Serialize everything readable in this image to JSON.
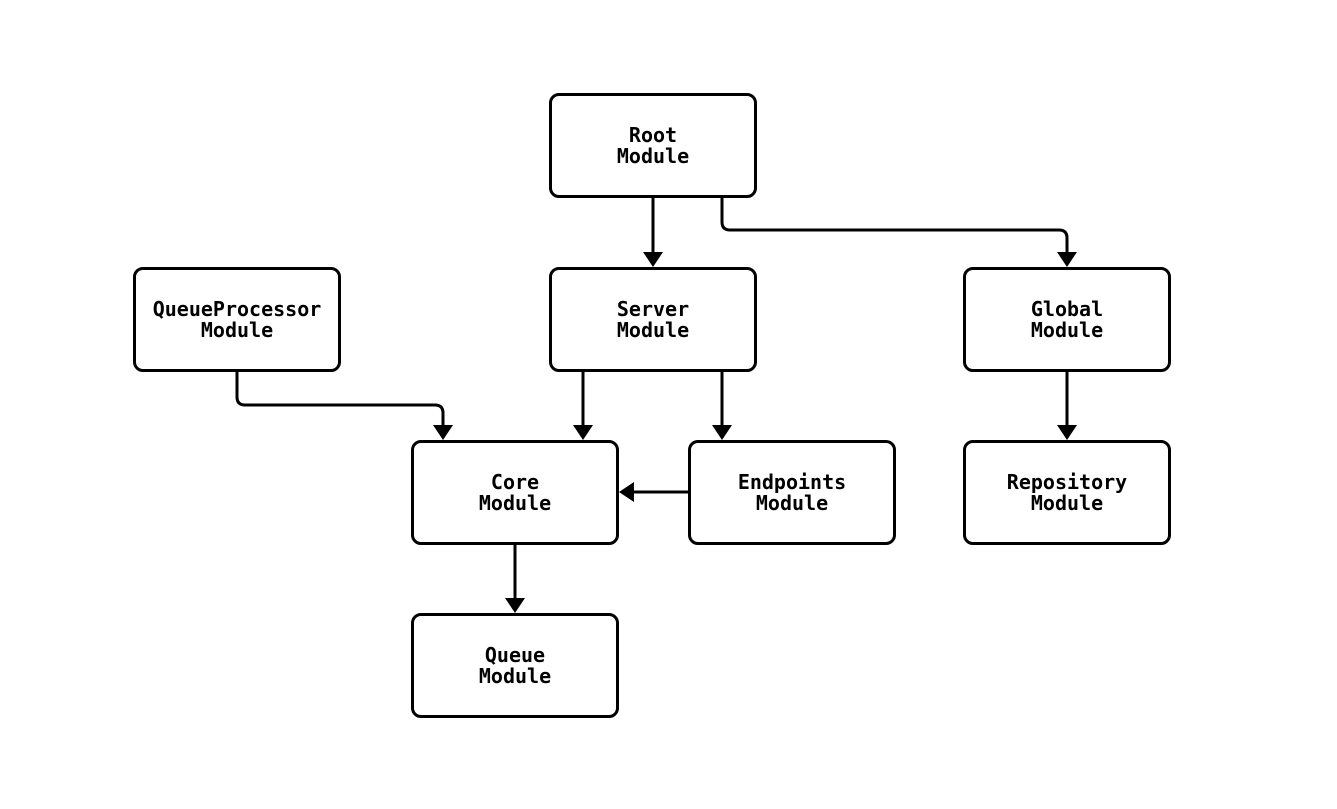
{
  "diagram": {
    "type": "module-dependency-flowchart",
    "background_color": "#ffffff",
    "node_fill_color": "#ffffff",
    "node_border_color": "#000000",
    "edge_color": "#000000",
    "text_color": "#000000",
    "nodes": {
      "root": {
        "line1": "Root",
        "line2": "Module"
      },
      "queueprocessor": {
        "line1": "QueueProcessor",
        "line2": "Module"
      },
      "server": {
        "line1": "Server",
        "line2": "Module"
      },
      "global": {
        "line1": "Global",
        "line2": "Module"
      },
      "core": {
        "line1": "Core",
        "line2": "Module"
      },
      "endpoints": {
        "line1": "Endpoints",
        "line2": "Module"
      },
      "repository": {
        "line1": "Repository",
        "line2": "Module"
      },
      "queue": {
        "line1": "Queue",
        "line2": "Module"
      }
    },
    "edges": [
      {
        "from": "Root Module",
        "to": "Server Module"
      },
      {
        "from": "Root Module",
        "to": "Global Module"
      },
      {
        "from": "QueueProcessor Module",
        "to": "Core Module"
      },
      {
        "from": "Server Module",
        "to": "Core Module"
      },
      {
        "from": "Server Module",
        "to": "Endpoints Module"
      },
      {
        "from": "Endpoints Module",
        "to": "Core Module"
      },
      {
        "from": "Global Module",
        "to": "Repository Module"
      },
      {
        "from": "Core Module",
        "to": "Queue Module"
      }
    ]
  }
}
